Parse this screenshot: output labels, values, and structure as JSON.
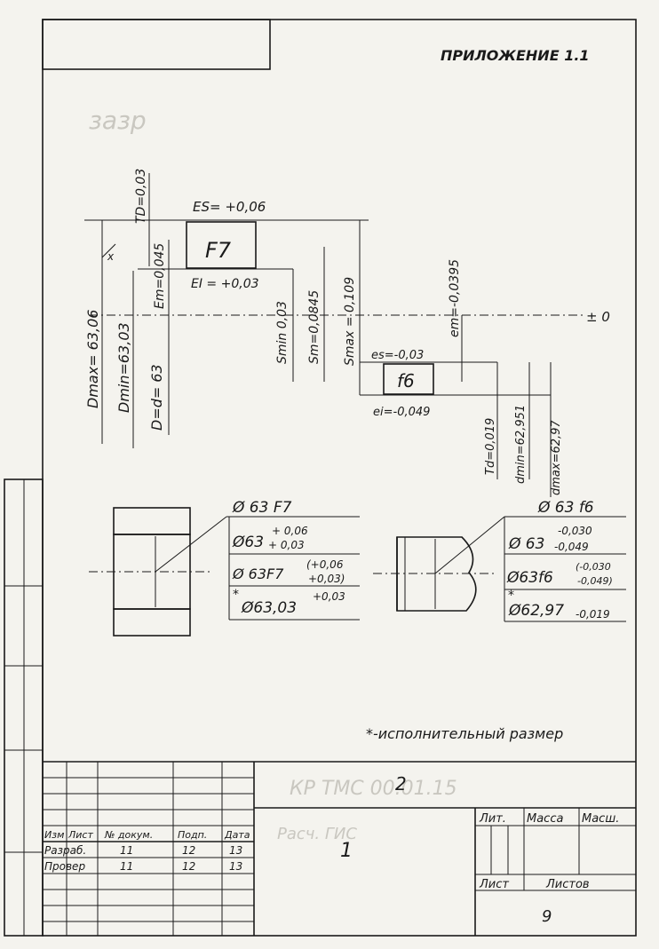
{
  "header": {
    "appendix": "ПРИЛОЖЕНИЕ 1.1"
  },
  "diagram": {
    "es": "ES= +0,06",
    "ei_upper": "EI = +0,03",
    "hole_field": "F7",
    "shaft_field": "f6",
    "es_shaft": "es=-0,03",
    "ei_shaft": "ei=-0,049",
    "zero_line": "± 0",
    "td_hole": "TD=0,03",
    "em_hole": "Em=0,045",
    "dmax": "Dmax= 63,06",
    "dmin": "Dmin=63,03",
    "d_nom": "D=d= 63",
    "smin": "Smin 0,03",
    "sm": "Sm=0,0845",
    "smax": "Smax = 0,109",
    "em_shaft": "em=-0,0395",
    "td_shaft": "Td=0,019",
    "dmin_shaft": "dmin=62,951",
    "dmax_shaft": "dmax=62,97",
    "x_mark": "x"
  },
  "hole_callout": {
    "line1": "Ø 63 F7",
    "line2_main": "Ø63",
    "line2_up": "+ 0,06",
    "line2_low": "+ 0,03",
    "line3_main": "Ø 63F7",
    "line3_up": "(+0,06",
    "line3_low": "+0,03)",
    "line4_star": "*",
    "line4_main": "Ø63,03",
    "line4_sup": "+0,03"
  },
  "shaft_callout": {
    "line1": "Ø 63 f6",
    "line2_main": "Ø 63",
    "line2_up": "-0,030",
    "line2_low": "-0,049",
    "line3_main": "Ø63f6",
    "line3_up": "(-0,030",
    "line3_low": "-0,049)",
    "line4_star": "*",
    "line4_main": "Ø62,97",
    "line4_sub": "-0,019"
  },
  "note": "*-исполнительный размер",
  "title_block": {
    "headers": [
      "Изм",
      "Лист",
      "№ докум.",
      "Подп.",
      "Дата"
    ],
    "rows": [
      [
        "Разраб.",
        "11",
        "12",
        "13"
      ],
      [
        "Провер",
        "11",
        "12",
        "13"
      ]
    ],
    "lit": "Лит.",
    "massa": "Масса",
    "masht": "Масш.",
    "list": "Лист",
    "listov": "Листов",
    "sheet_count": "9",
    "code_number": "2",
    "name_number": "1",
    "faint_code": "КР  ТМС  00.01.15",
    "faint_name": "Расч.  ГИС"
  }
}
